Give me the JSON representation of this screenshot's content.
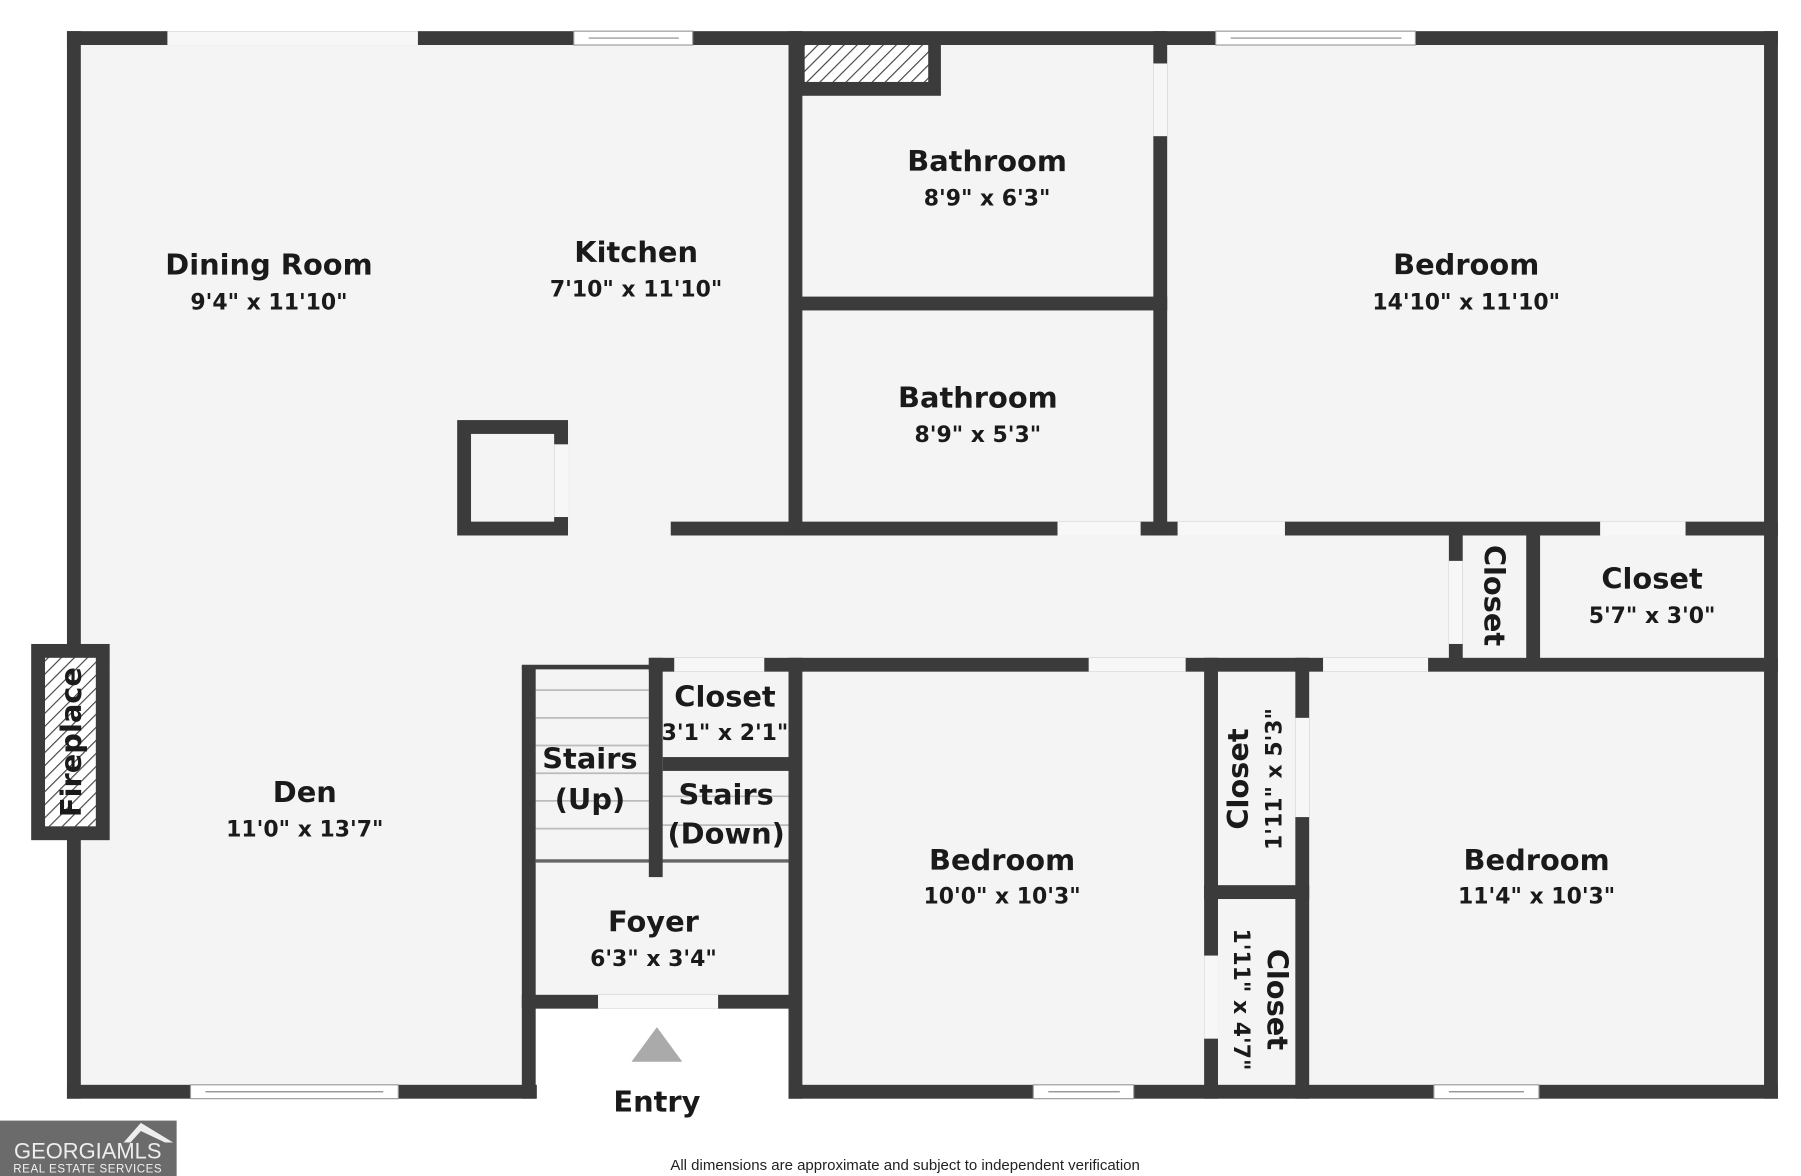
{
  "rooms": [
    {
      "name": "Dining Room",
      "dim": "9'4\" x 11'10\""
    },
    {
      "name": "Kitchen",
      "dim": "7'10\" x 11'10\""
    },
    {
      "name": "Bathroom",
      "dim": "8'9\" x 6'3\""
    },
    {
      "name": "Bedroom",
      "dim": "14'10\" x 11'10\""
    },
    {
      "name": "Bathroom",
      "dim": "8'9\" x 5'3\""
    },
    {
      "name": "Closet",
      "dim": ""
    },
    {
      "name": "Closet",
      "dim": "5'7\" x 3'0\""
    },
    {
      "name": "Closet",
      "dim": "3'1\" x 2'1\""
    },
    {
      "name": "Stairs",
      "dim": "(Up)"
    },
    {
      "name": "Stairs",
      "dim": "(Down)"
    },
    {
      "name": "Den",
      "dim": "11'0\" x 13'7\""
    },
    {
      "name": "Foyer",
      "dim": "6'3\" x 3'4\""
    },
    {
      "name": "Bedroom",
      "dim": "10'0\" x 10'3\""
    },
    {
      "name": "Closet",
      "dim": "1'11\" x 5'3\""
    },
    {
      "name": "Closet",
      "dim": "1'11\" x 4'7\""
    },
    {
      "name": "Bedroom",
      "dim": "11'4\" x 10'3\""
    }
  ],
  "fireplace_label": "Fireplace",
  "entry_label": "Entry",
  "footer": "All dimensions are approximate and subject to independent verification",
  "logo": {
    "main": "GEORGIAMLS",
    "sub": "REAL ESTATE SERVICES"
  }
}
